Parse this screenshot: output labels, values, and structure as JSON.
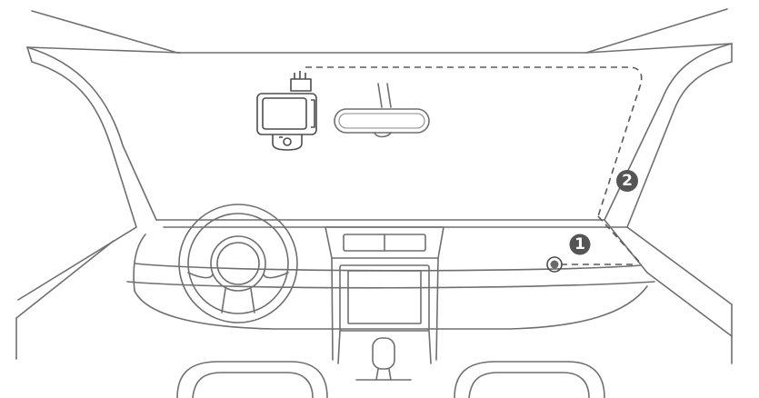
{
  "callouts": [
    {
      "id": "step-1",
      "label": "1"
    },
    {
      "id": "step-2",
      "label": "2"
    }
  ],
  "colors": {
    "line": "#6f6f6f",
    "dashed_route": "#5a5a5a",
    "badge_fill": "#555555",
    "badge_text": "#ffffff"
  }
}
